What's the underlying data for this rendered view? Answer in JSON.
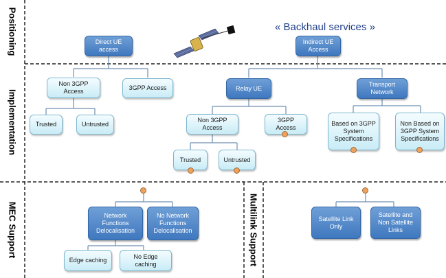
{
  "sections": {
    "positioning": "Positioning",
    "implementation": "Implementation",
    "mec_support": "MEC Support",
    "multilink_support": "Multilink Support"
  },
  "header": "« Backhaul services »",
  "nodes": {
    "direct_ue": "Direct UE access",
    "indirect_ue": "Indirect UE Access",
    "non3gpp_left": "Non 3GPP Access",
    "gpp3_left": "3GPP Access",
    "trusted_left": "Trusted",
    "untrusted_left": "Untrusted",
    "relay_ue": "Relay UE",
    "transport_network": "Transport Network",
    "non3gpp_mid": "Non 3GPP Access",
    "gpp3_mid": "3GPP Access",
    "trusted_mid": "Trusted",
    "untrusted_mid": "Untrusted",
    "based_3gpp": "Based on 3GPP System Specifications",
    "non_based_3gpp": "Non Based on 3GPP System Specifications",
    "nf_deloc": "Network Functions Delocalisation",
    "no_nf_deloc": "No Network Functions Delocalisation",
    "edge_caching": "Edge caching",
    "no_edge_caching": "No Edge caching",
    "sat_only": "Satellite Link Only",
    "sat_nonsat": "Satellite and Non Satellite Links"
  },
  "colors": {
    "dark_box": "#4a83c6",
    "light_box": "#d8f1f8",
    "connector": "#6d8fb0",
    "marker": "#f0a25c"
  },
  "icons": [
    "satellite-icon"
  ]
}
